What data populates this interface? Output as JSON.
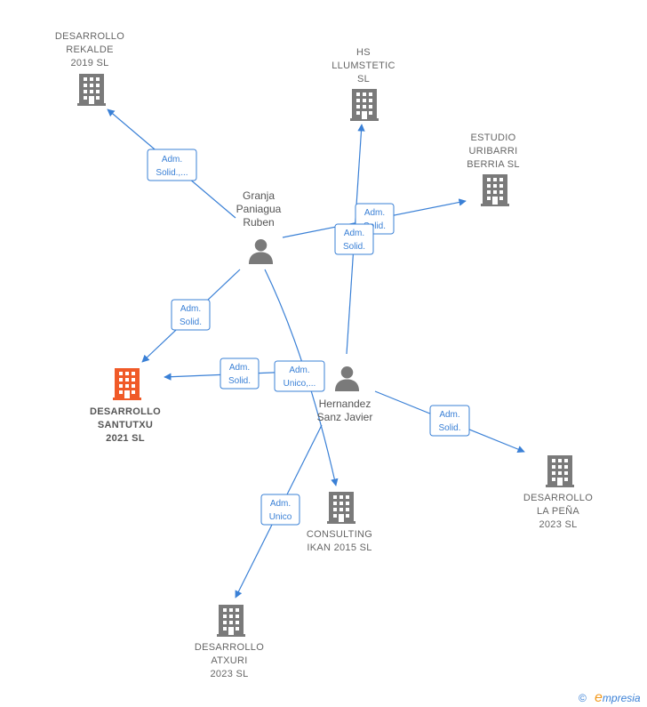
{
  "colors": {
    "edge": "#3a80d6",
    "building": "#7a7a7a",
    "building_main": "#f05a28",
    "person": "#7a7a7a"
  },
  "companies": [
    {
      "id": "rekalde",
      "lines": [
        "DESARROLLO",
        "REKALDE",
        "2019  SL"
      ],
      "icon": "building-icon"
    },
    {
      "id": "hs",
      "lines": [
        "HS",
        "LLUMSTETIC",
        "SL"
      ],
      "icon": "building-icon"
    },
    {
      "id": "estudio",
      "lines": [
        "ESTUDIO",
        "URIBARRI",
        "BERRIA  SL"
      ],
      "icon": "building-icon"
    },
    {
      "id": "santutxu",
      "lines": [
        "DESARROLLO",
        "SANTUTXU",
        "2021  SL"
      ],
      "icon": "building-icon",
      "highlighted": true
    },
    {
      "id": "lapena",
      "lines": [
        "DESARROLLO",
        "LA PEÑA",
        "2023  SL"
      ],
      "icon": "building-icon"
    },
    {
      "id": "consulting",
      "lines": [
        "CONSULTING",
        "IKAN 2015  SL"
      ],
      "icon": "building-icon"
    },
    {
      "id": "atxuri",
      "lines": [
        "DESARROLLO",
        "ATXURI",
        "2023  SL"
      ],
      "icon": "building-icon"
    }
  ],
  "people": [
    {
      "id": "granja",
      "lines": [
        "Granja",
        "Paniagua",
        "Ruben"
      ],
      "icon": "person-icon"
    },
    {
      "id": "hernandez",
      "lines": [
        "Hernandez",
        "Sanz Javier"
      ],
      "icon": "person-icon"
    }
  ],
  "badges": [
    {
      "id": "b-rekalde",
      "lines": [
        "Adm.",
        "Solid.,..."
      ]
    },
    {
      "id": "b-estudio",
      "lines": [
        "Adm.",
        "Solid."
      ]
    },
    {
      "id": "b-hs",
      "lines": [
        "Adm.",
        "Solid."
      ]
    },
    {
      "id": "b-granja-santutxu",
      "lines": [
        "Adm.",
        "Solid."
      ]
    },
    {
      "id": "b-hernandez-santutxu-1",
      "lines": [
        "Adm.",
        "Solid."
      ]
    },
    {
      "id": "b-hernandez-santutxu-2",
      "lines": [
        "Adm.",
        "Unico,..."
      ]
    },
    {
      "id": "b-lapena",
      "lines": [
        "Adm.",
        "Solid."
      ]
    },
    {
      "id": "b-atxuri",
      "lines": [
        "Adm.",
        "Unico"
      ]
    }
  ],
  "footer": {
    "copyright": "©",
    "brand_first": "e",
    "brand_rest": "mpresia"
  }
}
